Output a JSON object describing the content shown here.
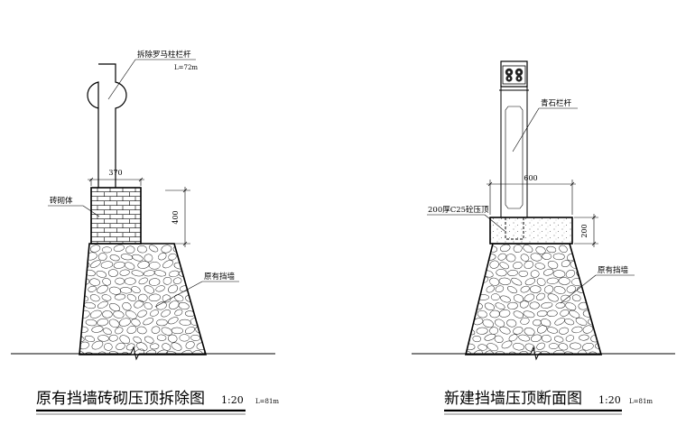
{
  "left": {
    "title": "原有挡墙砖砌压顶拆除图",
    "scale": "1:20",
    "length_note": "L=81m",
    "label_remove": "拆除罗马柱栏杆",
    "label_remove_len": "L=72m",
    "label_brick": "砖砌体",
    "label_wall": "原有挡墙",
    "dim_width": "370",
    "dim_height": "400"
  },
  "right": {
    "title": "新建挡墙压顶断面图",
    "scale": "1:20",
    "length_note": "L=81m",
    "label_rail": "青石栏杆",
    "label_coping": "200厚C25砼压顶",
    "label_wall": "原有挡墙",
    "dim_width": "600",
    "dim_height": "200"
  }
}
